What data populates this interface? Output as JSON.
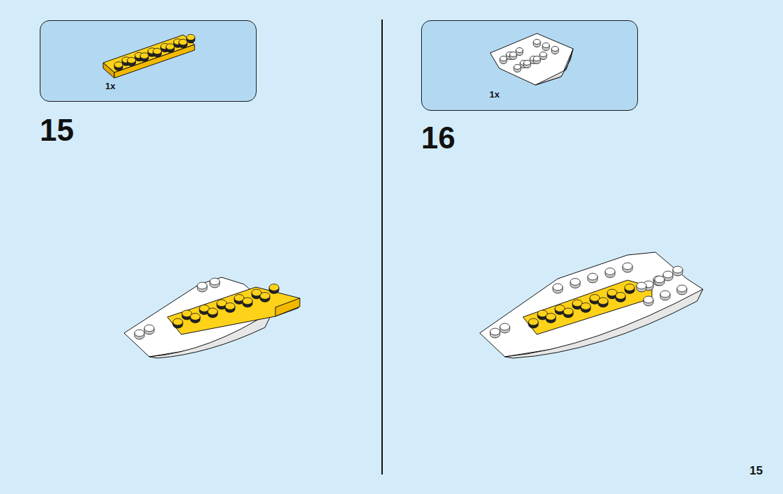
{
  "diagram": {
    "nodes": [
      {
        "text": [
          "1x"
        ]
      },
      {
        "text": [
          "1x"
        ]
      }
    ],
    "labels": [
      "15",
      "16",
      "15"
    ]
  }
}
